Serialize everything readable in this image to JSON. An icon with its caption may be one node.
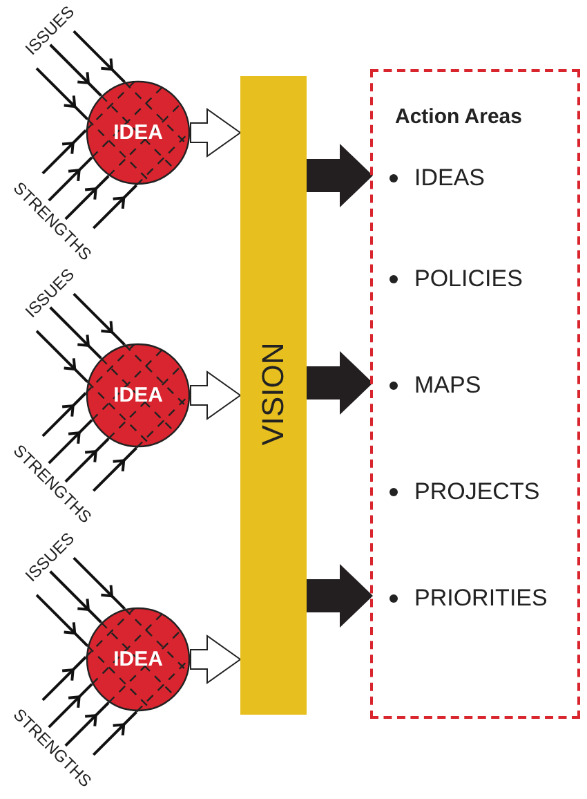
{
  "diagram": {
    "nodes": [
      {
        "text": [
          "ISSUES"
        ]
      },
      {
        "text": [
          "IDEA"
        ]
      },
      {
        "text": [
          "STRENGTHS"
        ]
      },
      {
        "text": [
          "ISSUES"
        ]
      },
      {
        "text": [
          "IDEA"
        ]
      },
      {
        "text": [
          "STRENGTHS"
        ]
      },
      {
        "text": [
          "ISSUES"
        ]
      },
      {
        "text": [
          "IDEA"
        ]
      },
      {
        "text": [
          "STRENGTHS"
        ]
      },
      {
        "text": [
          "VISION"
        ]
      },
      {
        "text": [
          "Action Areas"
        ]
      },
      {
        "text": [
          "IDEAS"
        ],
        "in": 10
      },
      {
        "text": [
          "POLICIES"
        ],
        "in": 10
      },
      {
        "text": [
          "MAPS"
        ],
        "in": 10
      },
      {
        "text": [
          "PROJECTS"
        ],
        "in": 10
      },
      {
        "text": [
          "PRIORITIES"
        ],
        "in": 10
      }
    ],
    "edges": [
      {
        "from": 0,
        "to": 1,
        "arrow": "to"
      },
      {
        "from": 0,
        "to": 1,
        "arrow": "to"
      },
      {
        "from": 0,
        "to": 1,
        "arrow": "to"
      },
      {
        "from": 2,
        "to": 1,
        "arrow": "to"
      },
      {
        "from": 2,
        "to": 1,
        "arrow": "to"
      },
      {
        "from": 2,
        "to": 1,
        "arrow": "to"
      },
      {
        "from": 2,
        "to": 1,
        "arrow": "to"
      },
      {
        "from": 1,
        "to": 9,
        "arrow": "to"
      },
      {
        "from": 3,
        "to": 4,
        "arrow": "to"
      },
      {
        "from": 3,
        "to": 4,
        "arrow": "to"
      },
      {
        "from": 3,
        "to": 4,
        "arrow": "to"
      },
      {
        "from": 5,
        "to": 4,
        "arrow": "to"
      },
      {
        "from": 5,
        "to": 4,
        "arrow": "to"
      },
      {
        "from": 5,
        "to": 4,
        "arrow": "to"
      },
      {
        "from": 5,
        "to": 4,
        "arrow": "to"
      },
      {
        "from": 4,
        "to": 9,
        "arrow": "to"
      },
      {
        "from": 6,
        "to": 7,
        "arrow": "to"
      },
      {
        "from": 6,
        "to": 7,
        "arrow": "to"
      },
      {
        "from": 6,
        "to": 7,
        "arrow": "to"
      },
      {
        "from": 8,
        "to": 7,
        "arrow": "to"
      },
      {
        "from": 8,
        "to": 7,
        "arrow": "to"
      },
      {
        "from": 8,
        "to": 7,
        "arrow": "to"
      },
      {
        "from": 8,
        "to": 7,
        "arrow": "to"
      },
      {
        "from": 7,
        "to": 9,
        "arrow": "to"
      },
      {
        "from": 9,
        "to": 11,
        "arrow": "to",
        "style": "thick"
      },
      {
        "from": 9,
        "to": 13,
        "arrow": "to",
        "style": "thick"
      },
      {
        "from": 9,
        "to": 15,
        "arrow": "to",
        "style": "thick"
      }
    ]
  }
}
